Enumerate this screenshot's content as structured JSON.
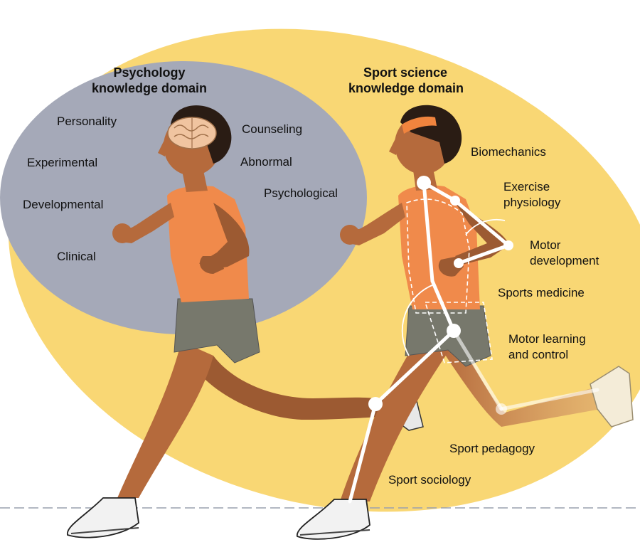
{
  "psychology": {
    "title_line1": "Psychology",
    "title_line2": "knowledge domain",
    "fields": [
      "Personality",
      "Experimental",
      "Developmental",
      "Clinical",
      "Counseling",
      "Abnormal",
      "Psychological"
    ]
  },
  "sport_science": {
    "title_line1": "Sport science",
    "title_line2": "knowledge domain",
    "fields": [
      {
        "line1": "Biomechanics",
        "line2": ""
      },
      {
        "line1": "Exercise",
        "line2": "physiology"
      },
      {
        "line1": "Motor",
        "line2": "development"
      },
      {
        "line1": "Sports medicine",
        "line2": ""
      },
      {
        "line1": "Motor learning",
        "line2": "and control"
      },
      {
        "line1": "Sport pedagogy",
        "line2": ""
      },
      {
        "line1": "Sport sociology",
        "line2": ""
      }
    ]
  },
  "colors": {
    "sport_domain": "#f9d774",
    "psychology_domain": "#a5a9b8",
    "shirt": "#f08a4b",
    "shorts": "#77786c",
    "skin": "#b56a3c"
  }
}
